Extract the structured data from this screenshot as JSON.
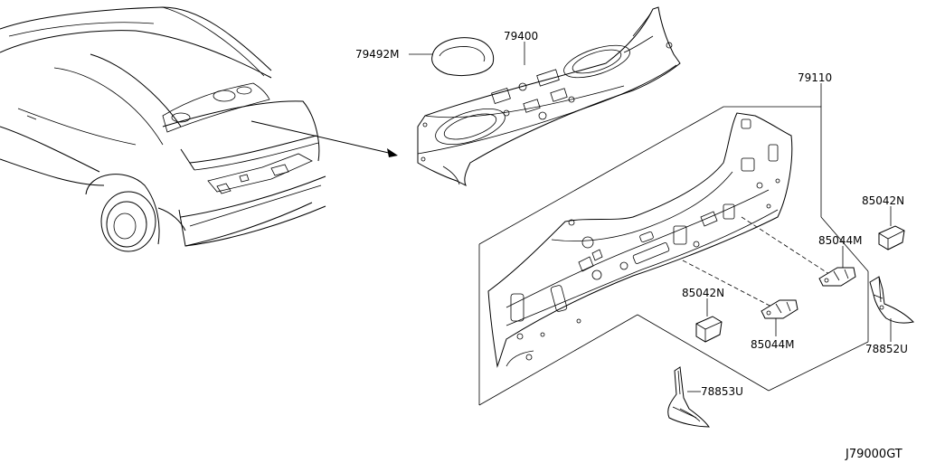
{
  "diagram": {
    "code": "J79000GT",
    "labels": {
      "p79492m": "79492M",
      "p79400": "79400",
      "p79110": "79110",
      "p85042n_right": "85042N",
      "p85044m_right": "85044M",
      "p85042n_center": "85042N",
      "p85044m_center": "85044M",
      "p78852u": "78852U",
      "p78853u": "78853U"
    }
  }
}
